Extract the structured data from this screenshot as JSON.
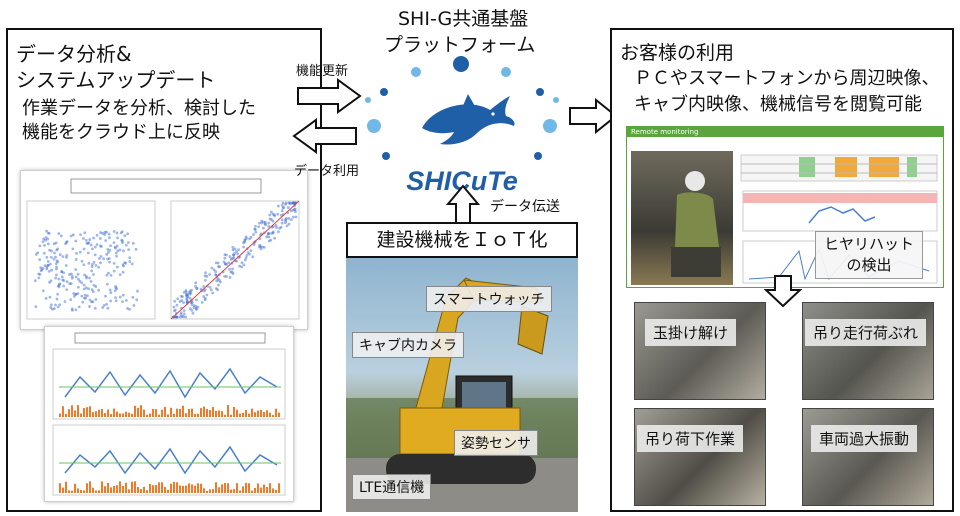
{
  "platform": {
    "title_line1": "SHI-G共通基盤",
    "title_line2": "プラットフォーム",
    "logo_text": "SHICuTe"
  },
  "left_panel": {
    "heading_line1": "データ分析&",
    "heading_line2": "システムアップデート",
    "desc_line1": "作業データを分析、検討した",
    "desc_line2": "機能をクラウド上に反映"
  },
  "arrows": {
    "update_label": "機能更新",
    "data_use_label": "データ利用",
    "transfer_label": "データ伝送"
  },
  "iot": {
    "title": "建設機械をＩｏＴ化",
    "labels": {
      "smartwatch": "スマートウォッチ",
      "cab_camera": "キャブ内カメラ",
      "posture_sensor": "姿勢センサ",
      "lte": "LTE通信機"
    }
  },
  "right_panel": {
    "heading": "お客様の利用",
    "desc_line1": "ＰＣやスマートフォンから周辺映像、",
    "desc_line2": "キャブ内映像、機械信号を閲覧可能",
    "app_header": "Remote monitoring",
    "hiyari_line1": "ヒヤリハット",
    "hiyari_line2": "の検出",
    "events": [
      "玉掛け解け",
      "吊り走行荷ぶれ",
      "吊り荷下作業",
      "車両過大振動"
    ]
  },
  "colors": {
    "brand_blue": "#1f5fa8",
    "dot_light": "#6fb8e8",
    "app_green": "#5aa63c"
  }
}
